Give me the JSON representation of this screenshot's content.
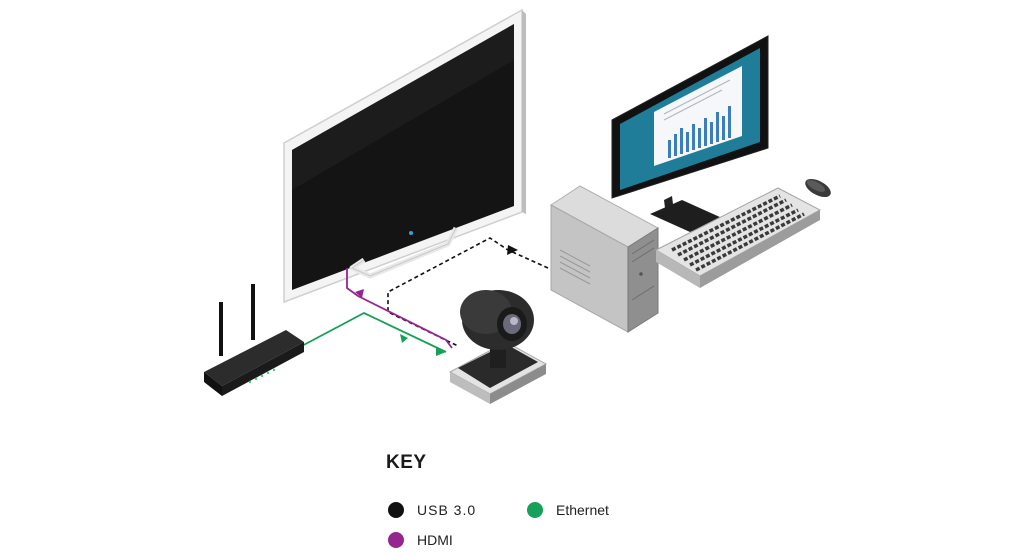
{
  "key": {
    "title": "KEY",
    "items": [
      {
        "label": "USB 3.0",
        "color": "#111111"
      },
      {
        "label": "Ethernet",
        "color": "#16a05a"
      },
      {
        "label": "HDMI",
        "color": "#93268f"
      }
    ]
  },
  "colors": {
    "usb": "#111111",
    "hdmi": "#93268f",
    "ethernet": "#16a05a",
    "screen_blue": "#1f7d9a"
  },
  "icons": [
    "tv-display",
    "pc-tower",
    "desktop-monitor",
    "keyboard",
    "mouse",
    "ptz-camera",
    "wifi-router"
  ]
}
